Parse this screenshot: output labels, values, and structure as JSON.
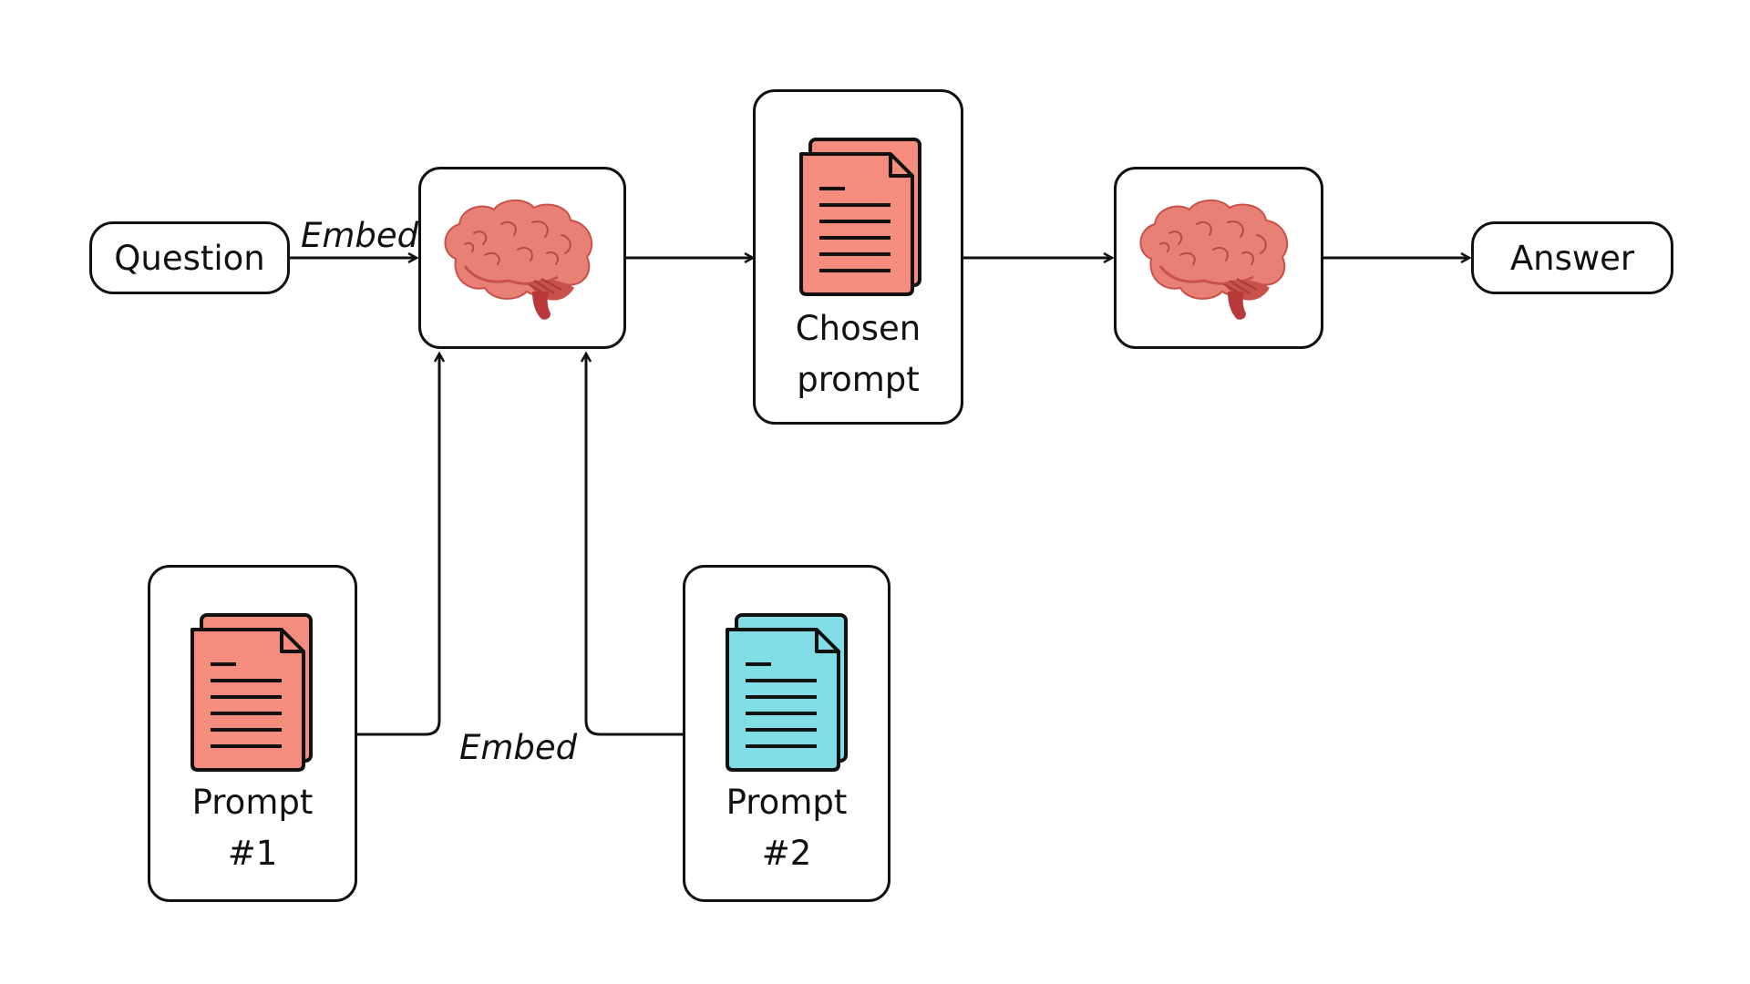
{
  "nodes": {
    "question": "Question",
    "answer": "Answer",
    "chosen_prompt": [
      "Chosen",
      "prompt"
    ],
    "prompt1": [
      "Prompt",
      "#1"
    ],
    "prompt2": [
      "Prompt",
      "#2"
    ]
  },
  "edge_labels": {
    "question_embed": "Embed",
    "prompts_embed": "Embed"
  },
  "icons": {
    "encoder_brain": "brain-icon",
    "generator_brain": "brain-icon",
    "chosen_doc": "document-stack-icon",
    "prompt1_doc": "document-stack-icon",
    "prompt2_doc": "document-stack-icon"
  },
  "colors": {
    "stroke": "#111111",
    "doc_red": "#f48d7d",
    "doc_cyan": "#80dde5",
    "brain_main": "#e98076",
    "brain_dark": "#c85149",
    "brain_stem": "#b9383a"
  }
}
